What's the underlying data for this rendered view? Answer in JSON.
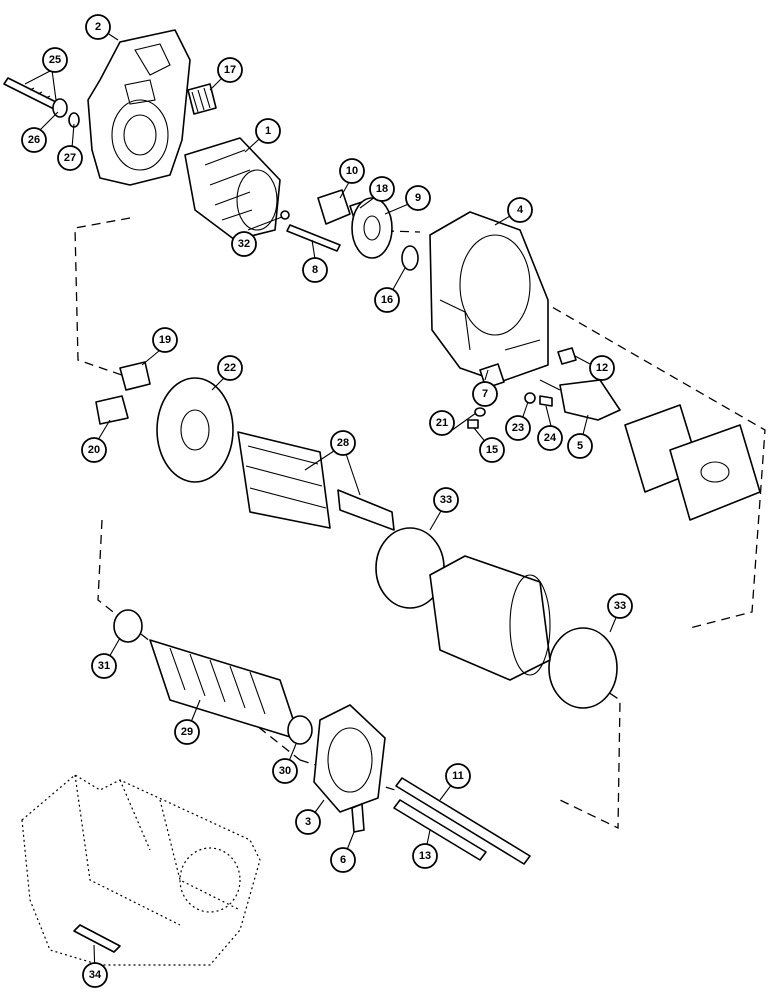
{
  "callouts": [
    {
      "id": "c1",
      "label": "1"
    },
    {
      "id": "c2",
      "label": "2"
    },
    {
      "id": "c3",
      "label": "3"
    },
    {
      "id": "c4",
      "label": "4"
    },
    {
      "id": "c5",
      "label": "5"
    },
    {
      "id": "c6",
      "label": "6"
    },
    {
      "id": "c7",
      "label": "7"
    },
    {
      "id": "c8",
      "label": "8"
    },
    {
      "id": "c9",
      "label": "9"
    },
    {
      "id": "c10",
      "label": "10"
    },
    {
      "id": "c11",
      "label": "11"
    },
    {
      "id": "c12",
      "label": "12"
    },
    {
      "id": "c13",
      "label": "13"
    },
    {
      "id": "c15",
      "label": "15"
    },
    {
      "id": "c16",
      "label": "16"
    },
    {
      "id": "c17",
      "label": "17"
    },
    {
      "id": "c18",
      "label": "18"
    },
    {
      "id": "c19",
      "label": "19"
    },
    {
      "id": "c20",
      "label": "20"
    },
    {
      "id": "c21",
      "label": "21"
    },
    {
      "id": "c22",
      "label": "22"
    },
    {
      "id": "c23",
      "label": "23"
    },
    {
      "id": "c24",
      "label": "24"
    },
    {
      "id": "c25",
      "label": "25"
    },
    {
      "id": "c26",
      "label": "26"
    },
    {
      "id": "c27",
      "label": "27"
    },
    {
      "id": "c28",
      "label": "28"
    },
    {
      "id": "c29",
      "label": "29"
    },
    {
      "id": "c30",
      "label": "30"
    },
    {
      "id": "c31",
      "label": "31"
    },
    {
      "id": "c32",
      "label": "32"
    },
    {
      "id": "c33a",
      "label": "33"
    },
    {
      "id": "c33b",
      "label": "33"
    },
    {
      "id": "c34",
      "label": "34"
    }
  ]
}
